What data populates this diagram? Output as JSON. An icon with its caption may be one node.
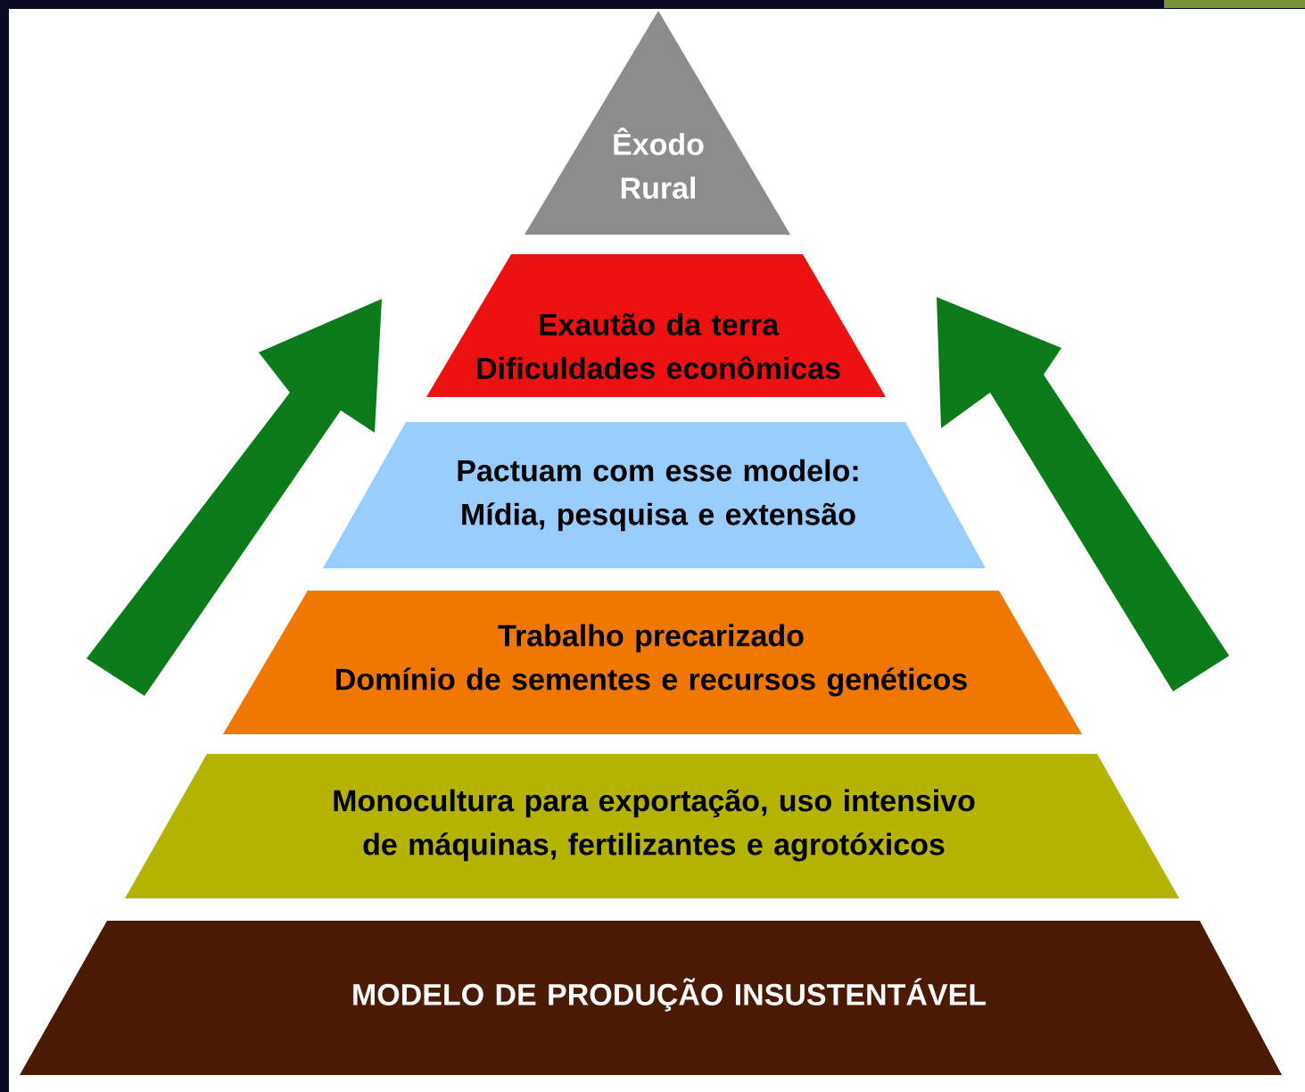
{
  "diagram": {
    "nodes": [
      {
        "text": [
          "Êxodo Rural"
        ]
      },
      {
        "text": [
          "Exautão da terra",
          "Dificuldades econômicas"
        ]
      },
      {
        "text": [
          "Pactuam com esse modelo: Mídia, pesquisa e extensão"
        ]
      },
      {
        "text": [
          "Trabalho precarizado",
          "Domínio de sementes e recursos genéticos"
        ]
      },
      {
        "text": [
          "Monocultura para exportação, uso intensivo de máquinas, fertilizantes e agrotóxicos"
        ]
      },
      {
        "text": [
          "MODELO DE PRODUÇÃO INSUSTENTÁVEL"
        ]
      }
    ]
  }
}
